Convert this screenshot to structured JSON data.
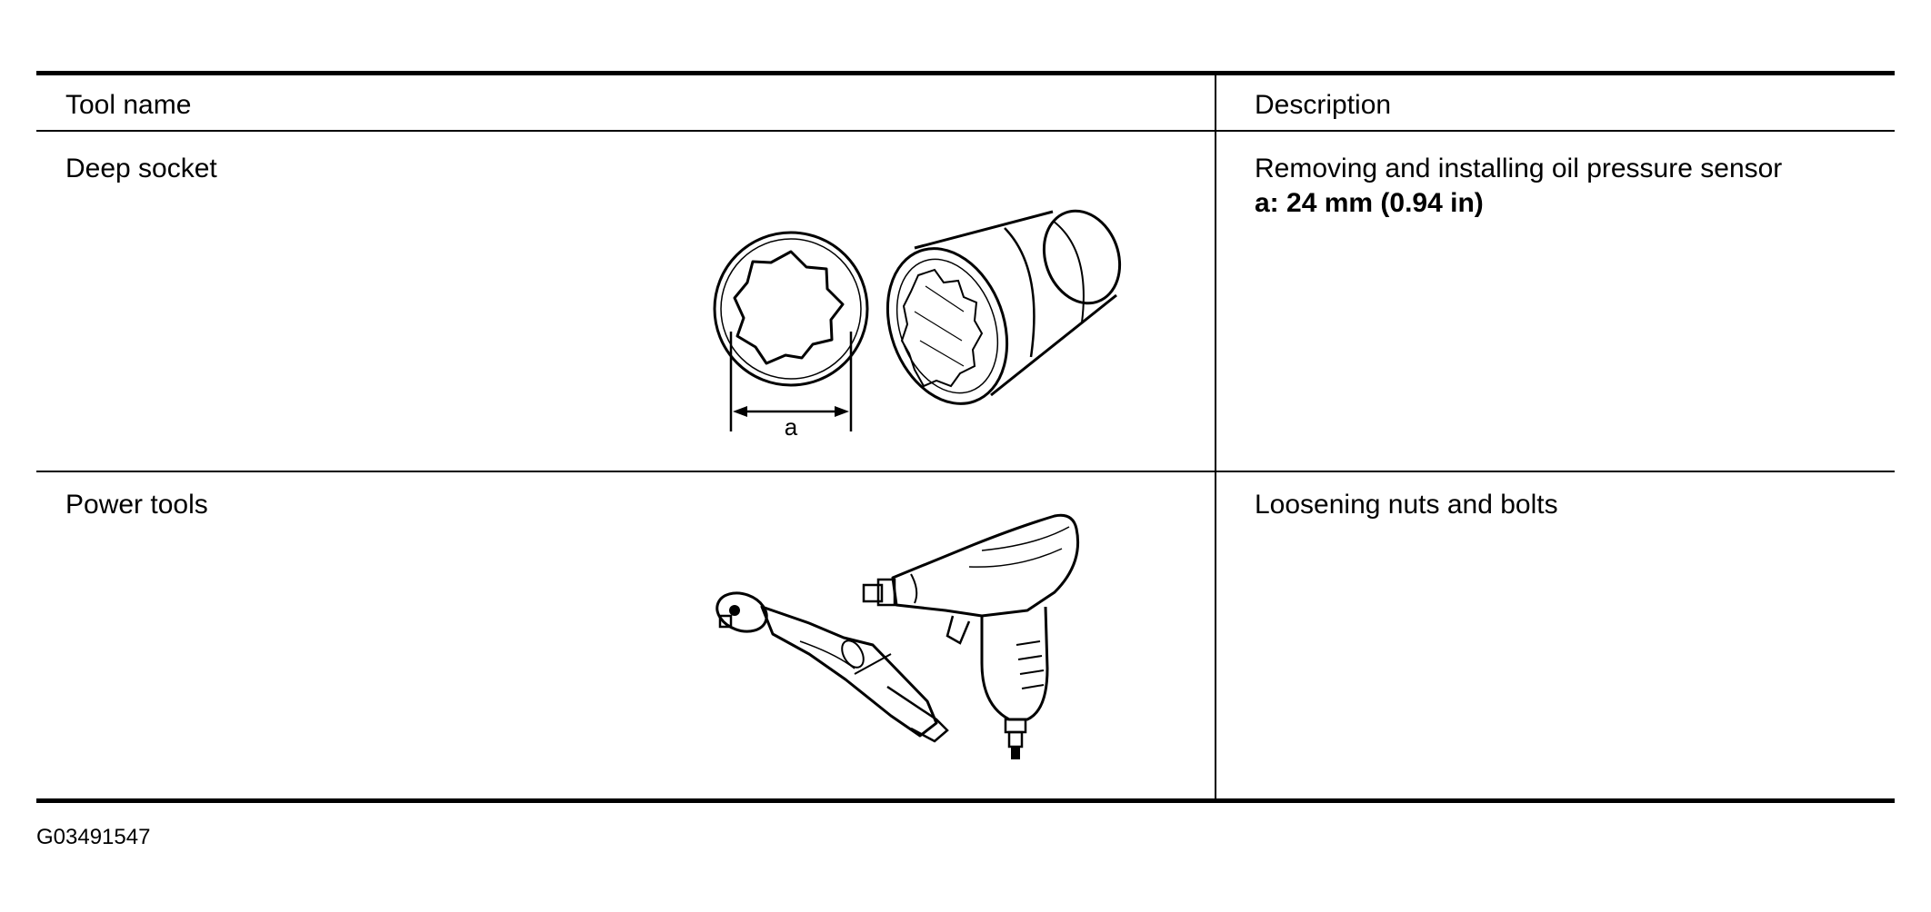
{
  "table": {
    "headers": {
      "tool_name": "Tool name",
      "description": "Description"
    },
    "rows": [
      {
        "tool_name": "Deep socket",
        "description_line1": "Removing and installing oil pressure sensor",
        "description_line2": "a: 24 mm (0.94 in)",
        "dimension_label": "a",
        "illustration": "deep-socket-icon"
      },
      {
        "tool_name": "Power tools",
        "description_line1": "Loosening nuts and bolts",
        "illustration": "power-tools-icon"
      }
    ]
  },
  "footer": {
    "figure_id": "G03491547"
  }
}
